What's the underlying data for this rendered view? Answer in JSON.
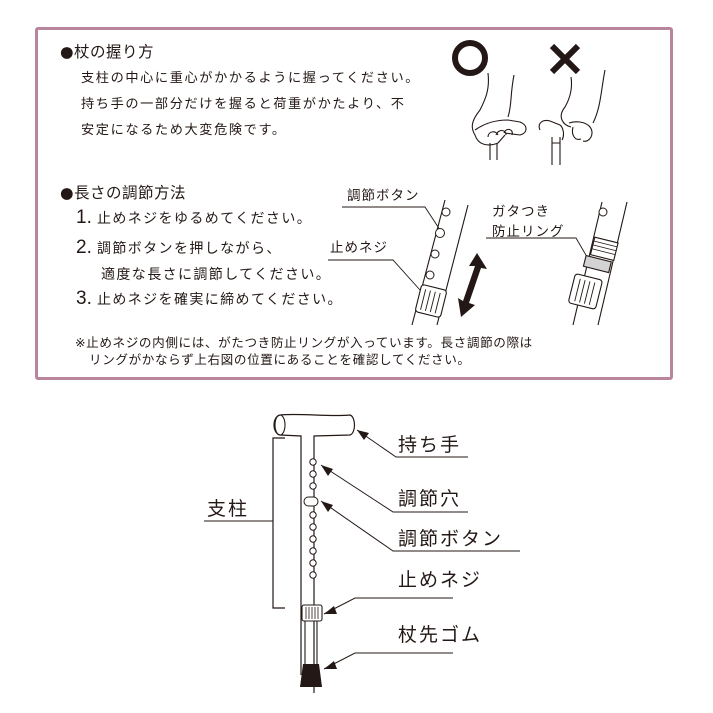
{
  "grip_section": {
    "heading": "●杖の握り方",
    "lines": [
      "支柱の中心に重心がかかるように握ってください。",
      "持ち手の一部分だけを握ると荷重がかたより、不",
      "安定になるため大変危険です。"
    ],
    "correct_mark": "○",
    "wrong_mark": "×"
  },
  "length_section": {
    "heading": "●長さの調節方法",
    "steps": [
      {
        "num": "1.",
        "text": "止めネジをゆるめてください。"
      },
      {
        "num": "2.",
        "text": "調節ボタンを押しながら、",
        "text2": "適度な長さに調節してください。"
      },
      {
        "num": "3.",
        "text": "止めネジを確実に締めてください。"
      }
    ],
    "diagram_labels": {
      "button": "調節ボタン",
      "screw": "止めネジ",
      "ring_line1": "ガタつき",
      "ring_line2": "防止リング"
    },
    "note_line1": "※止めネジの内側には、がたつき防止リングが入っています。長さ調節の際は",
    "note_line2": "リングがかならず上右図の位置にあることを確認してください。"
  },
  "parts_diagram": {
    "labels": {
      "handle": "持ち手",
      "shaft": "支柱",
      "hole": "調節穴",
      "button": "調節ボタン",
      "screw": "止めネジ",
      "tip": "杖先ゴム"
    }
  },
  "colors": {
    "frame": "#b9859c",
    "ink": "#231815"
  }
}
